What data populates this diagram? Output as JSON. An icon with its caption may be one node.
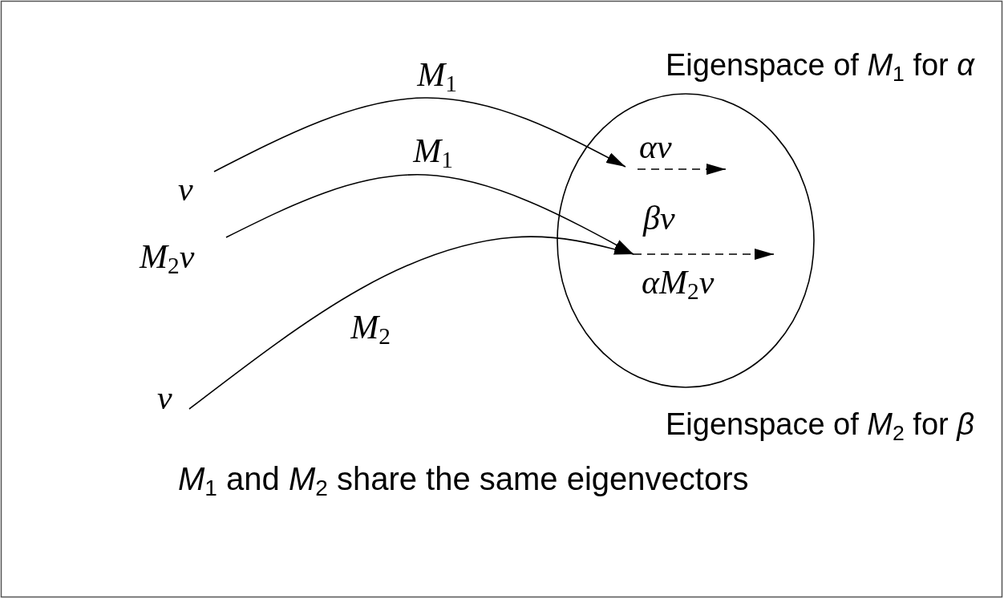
{
  "diagram": {
    "nodes": [
      {
        "text": [
          "Eigenspace of *M*$_{1}$ for *α*",
          "Eigenspace of *M*$_{2}$ for *β*"
        ]
      },
      {
        "text": [
          "v"
        ]
      },
      {
        "text": [
          "M$_{2}$v"
        ]
      },
      {
        "text": [
          "v"
        ]
      },
      {
        "text": [
          "αv"
        ],
        "in": 0
      },
      {
        "text": [
          "βv",
          "αM$_{2}$v"
        ],
        "in": 0
      }
    ],
    "edges": [
      {
        "from": 1,
        "to": 4,
        "arrow": "to",
        "label": "M$_{1}$"
      },
      {
        "from": 2,
        "to": 5,
        "arrow": "to",
        "label": "M$_{1}$"
      },
      {
        "from": 3,
        "to": 5,
        "arrow": "to",
        "label": "M$_{2}$"
      }
    ],
    "labels": [
      "*M*$_{1}$ and *M*$_{2}$ share the same eigenvectors"
    ]
  }
}
